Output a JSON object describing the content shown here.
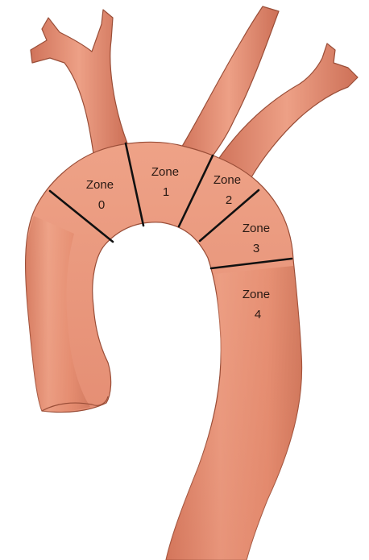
{
  "colors": {
    "vessel_fill": "#e48a6c",
    "vessel_shadow": "#c86a4e",
    "vessel_highlight": "#f3b59c",
    "divider": "#111111",
    "label": "#2a1a14"
  },
  "zones": [
    {
      "id": "zone-0",
      "label": "Zone",
      "number": "0"
    },
    {
      "id": "zone-1",
      "label": "Zone",
      "number": "1"
    },
    {
      "id": "zone-2",
      "label": "Zone",
      "number": "2"
    },
    {
      "id": "zone-3",
      "label": "Zone",
      "number": "3"
    },
    {
      "id": "zone-4",
      "label": "Zone",
      "number": "4"
    }
  ]
}
